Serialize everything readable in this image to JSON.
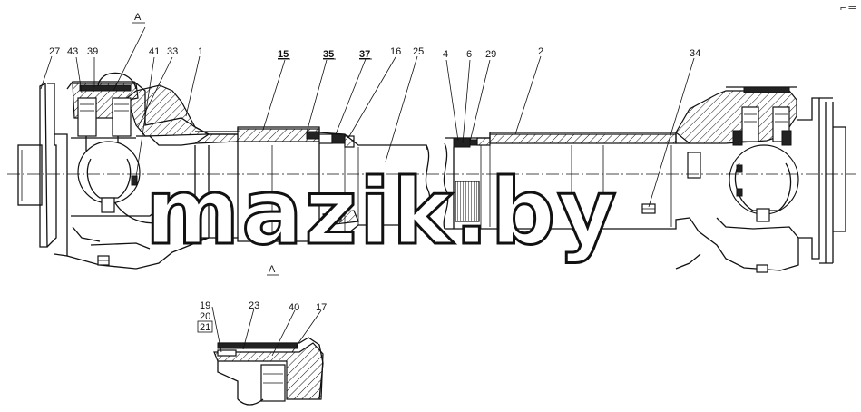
{
  "drawing": {
    "section_mark_top": "А",
    "section_mark_bottom": "А",
    "corner_mark": "⌐ ═",
    "watermark": "mazik.by"
  },
  "part_labels_main": [
    "27",
    "43",
    "39",
    "41",
    "33",
    "1",
    "15",
    "35",
    "37",
    "16",
    "25",
    "4",
    "6",
    "29",
    "2",
    "34"
  ],
  "underlined_labels": [
    "15",
    "35",
    "37"
  ],
  "part_labels_detail": [
    "19",
    "20",
    "21",
    "23",
    "40",
    "17"
  ]
}
